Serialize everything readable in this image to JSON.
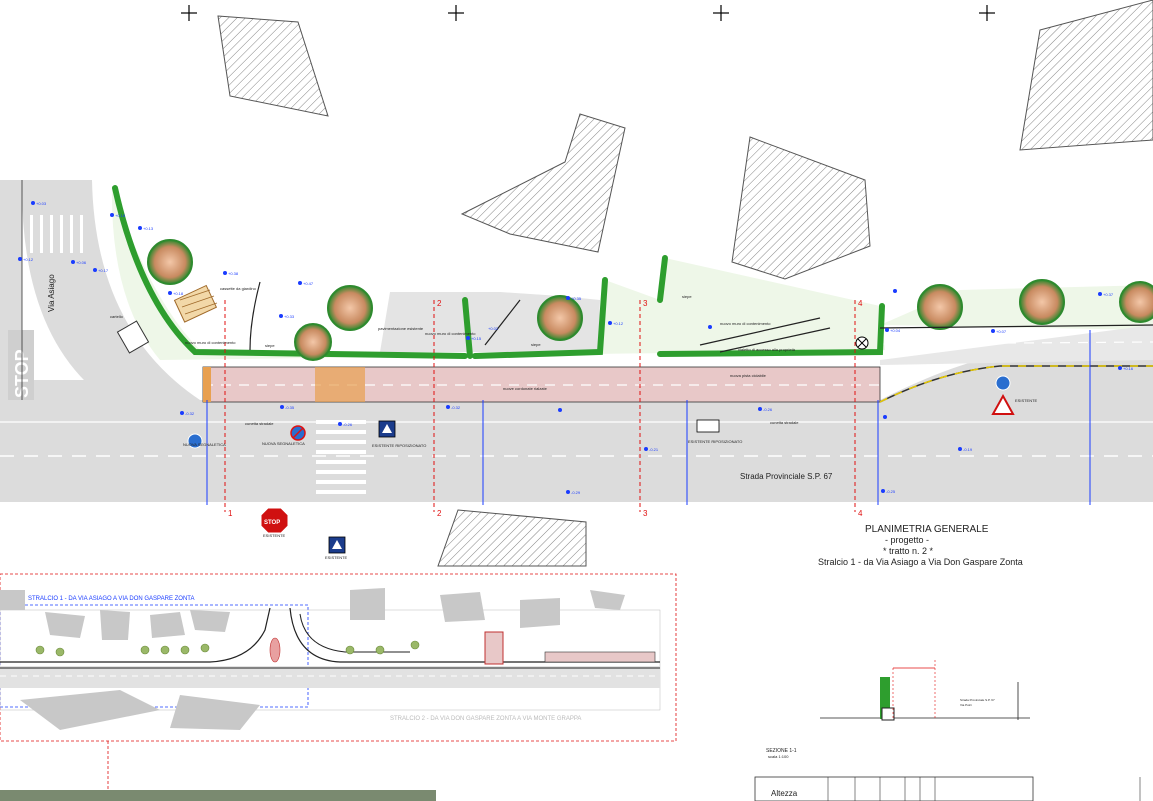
{
  "title": {
    "main": "PLANIMETRIA GENERALE",
    "sub1": "- progetto -",
    "sub2": "* tratto n. 2 *",
    "sub3": "Stralcio 1 - da Via Asiago a Via Don Gaspare Zonta"
  },
  "roads": {
    "provinciale": "Strada Provinciale S.P. 67",
    "asiago": "Via Asiago",
    "stop_marking": "STOP"
  },
  "sections": {
    "s1": "1",
    "s2": "2",
    "s3": "3",
    "s4": "4"
  },
  "labels": {
    "nuova_segnaletica": "NUOVA SEGNALETICA",
    "esistente": "ESISTENTE",
    "esistente_riposizionato": "ESISTENTE RIPOSIZIONATO",
    "siepe": "siepe",
    "pavimentazione_esistente": "pavimentazione esistente",
    "nuovo_muro": "nuovo muro di contenimento",
    "nuova_pista": "nuova pista ciclabile",
    "nuove_cordonate": "nuove cordonate rialzate",
    "cunetta": "cunetta stradale",
    "vialetto": "vialetto di accesso alla proprietà",
    "cassette": "cassette da giardino",
    "cartello": "cartello",
    "stop_sign": "STOP"
  },
  "keyplan": {
    "stralcio1": "STRALCIO 1 - DA VIA ASIAGO A VIA DON GASPARE ZONTA",
    "stralcio2": "STRALCIO 2 - DA VIA DON GASPARE ZONTA A VIA MONTE GRAPPA"
  },
  "section_view": {
    "title": "SEZIONE 1-1",
    "scale": "scala 1:100",
    "altezza": "Altezza",
    "road": "Strada Provinciale S.P. 67",
    "via": "Via Pulci"
  },
  "spot_levels": [
    "+0.03",
    "+0.06",
    "+0.18",
    "+0.12",
    "+0.13",
    "+0.17",
    "+0.02",
    "+0.38",
    "+0.47",
    "+0.33",
    "+0.18",
    "+0.12",
    "+0.15",
    "+0.35",
    "+0.07",
    "+0.04",
    "+0.37",
    "+0.16",
    "-0.32",
    "-0.35",
    "-0.26",
    "-0.32",
    "-0.21",
    "-0.26",
    "-0.25",
    "-0.29",
    "-0.19"
  ],
  "colors": {
    "green": "#2e9e2e",
    "lightgreen": "#eef7e8",
    "road": "#dcdcdc",
    "path": "#e8c8c8",
    "red": "#e01010",
    "blue": "#1a3cff",
    "yellow": "#e6c800",
    "orange": "#e8a050"
  }
}
